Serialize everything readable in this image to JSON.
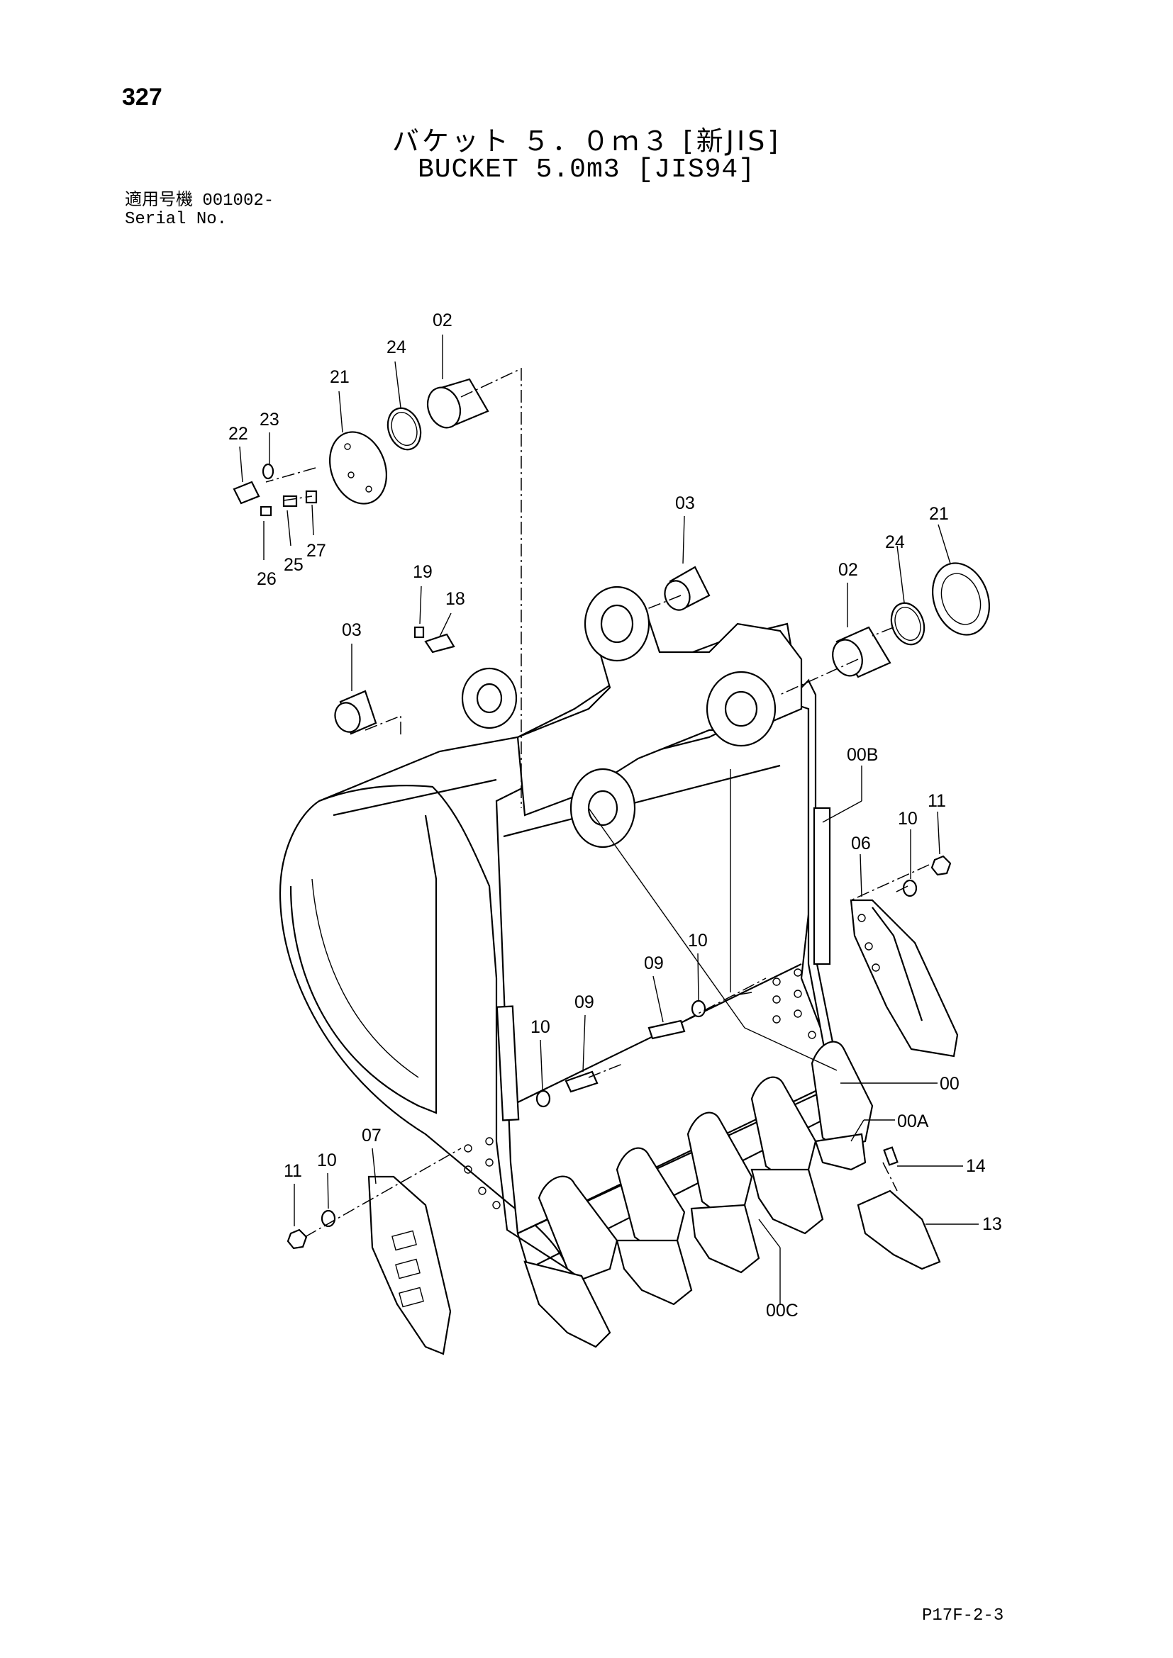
{
  "header": {
    "page_number": "327",
    "title_jp": "バケット ５．０ｍ３ [新JIS]",
    "title_en": "BUCKET 5.0m3 [JIS94]",
    "serial_label_jp": "適用号機",
    "serial_value": "001002-",
    "serial_label_en": "Serial No."
  },
  "footer": {
    "doc_code": "P17F-2-3"
  },
  "callouts": {
    "c02a": "02",
    "c24a": "24",
    "c21a": "21",
    "c23": "23",
    "c22": "22",
    "c25": "25",
    "c26": "26",
    "c27": "27",
    "c03a": "03",
    "c03b": "03",
    "c19": "19",
    "c18": "18",
    "c02b": "02",
    "c24b": "24",
    "c21b": "21",
    "c00B": "00B",
    "c10a": "10",
    "c11a": "11",
    "c06": "06",
    "c10b": "10",
    "c09a": "09",
    "c09b": "09",
    "c10c": "10",
    "c00": "00",
    "c00A": "00A",
    "c14": "14",
    "c13": "13",
    "c07": "07",
    "c10d": "10",
    "c11b": "11",
    "c00C": "00C"
  }
}
